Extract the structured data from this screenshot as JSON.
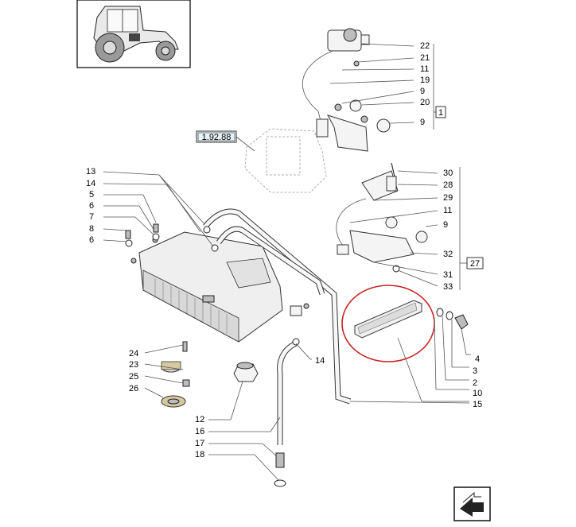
{
  "reference_code": "1.92.88",
  "frame_labels": {
    "group_1": "1",
    "group_27": "27"
  },
  "callouts": {
    "top": [
      "22",
      "21",
      "11",
      "19",
      "9",
      "20",
      "9"
    ],
    "middle_right": [
      "30",
      "28",
      "29",
      "11",
      "9",
      "32",
      "31",
      "33"
    ],
    "left": [
      "13",
      "14",
      "5",
      "6",
      "7",
      "8",
      "6"
    ],
    "lower_left": [
      "24",
      "23",
      "25",
      "26"
    ],
    "filter": [
      "4",
      "3",
      "2",
      "10",
      "15"
    ],
    "hoses": [
      "14",
      "12",
      "16",
      "17",
      "18"
    ]
  },
  "colors": {
    "highlight": "#cc2222",
    "ref_box": "#e6f2f5",
    "line": "#555555"
  },
  "icons": [
    "tractor-thumbnail-icon",
    "navigation-arrow-icon"
  ]
}
